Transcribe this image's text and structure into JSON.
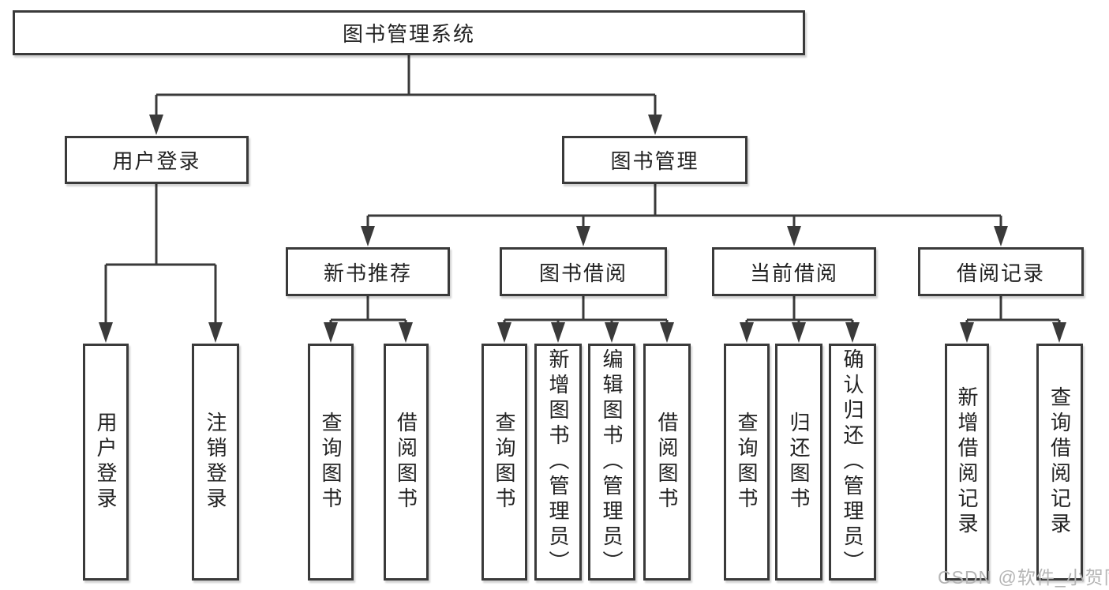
{
  "diagram": {
    "root": {
      "label": "图书管理系统"
    },
    "level2": [
      {
        "label": "用户登录"
      },
      {
        "label": "图书管理"
      }
    ],
    "level3": [
      {
        "label": "新书推荐"
      },
      {
        "label": "图书借阅"
      },
      {
        "label": "当前借阅"
      },
      {
        "label": "借阅记录"
      }
    ],
    "leaves": {
      "user_login": [
        "用户登录",
        "注销登录"
      ],
      "new_book_recommend": [
        "查询图书",
        "借阅图书"
      ],
      "book_borrow": [
        "查询图书",
        "新增图书（管理员）",
        "编辑图书（管理员）",
        "借阅图书"
      ],
      "current_borrow": [
        "查询图书",
        "归还图书",
        "确认归还（管理员）"
      ],
      "borrow_records": [
        "新增借阅记录",
        "查询借阅记录"
      ]
    }
  },
  "watermark": "CSDN @软件_小贺同学",
  "colors": {
    "line": "#3a3a3a",
    "box_border": "#3a3a3a",
    "text": "#222222",
    "background": "#ffffff",
    "watermark": "#b5b5b5"
  }
}
